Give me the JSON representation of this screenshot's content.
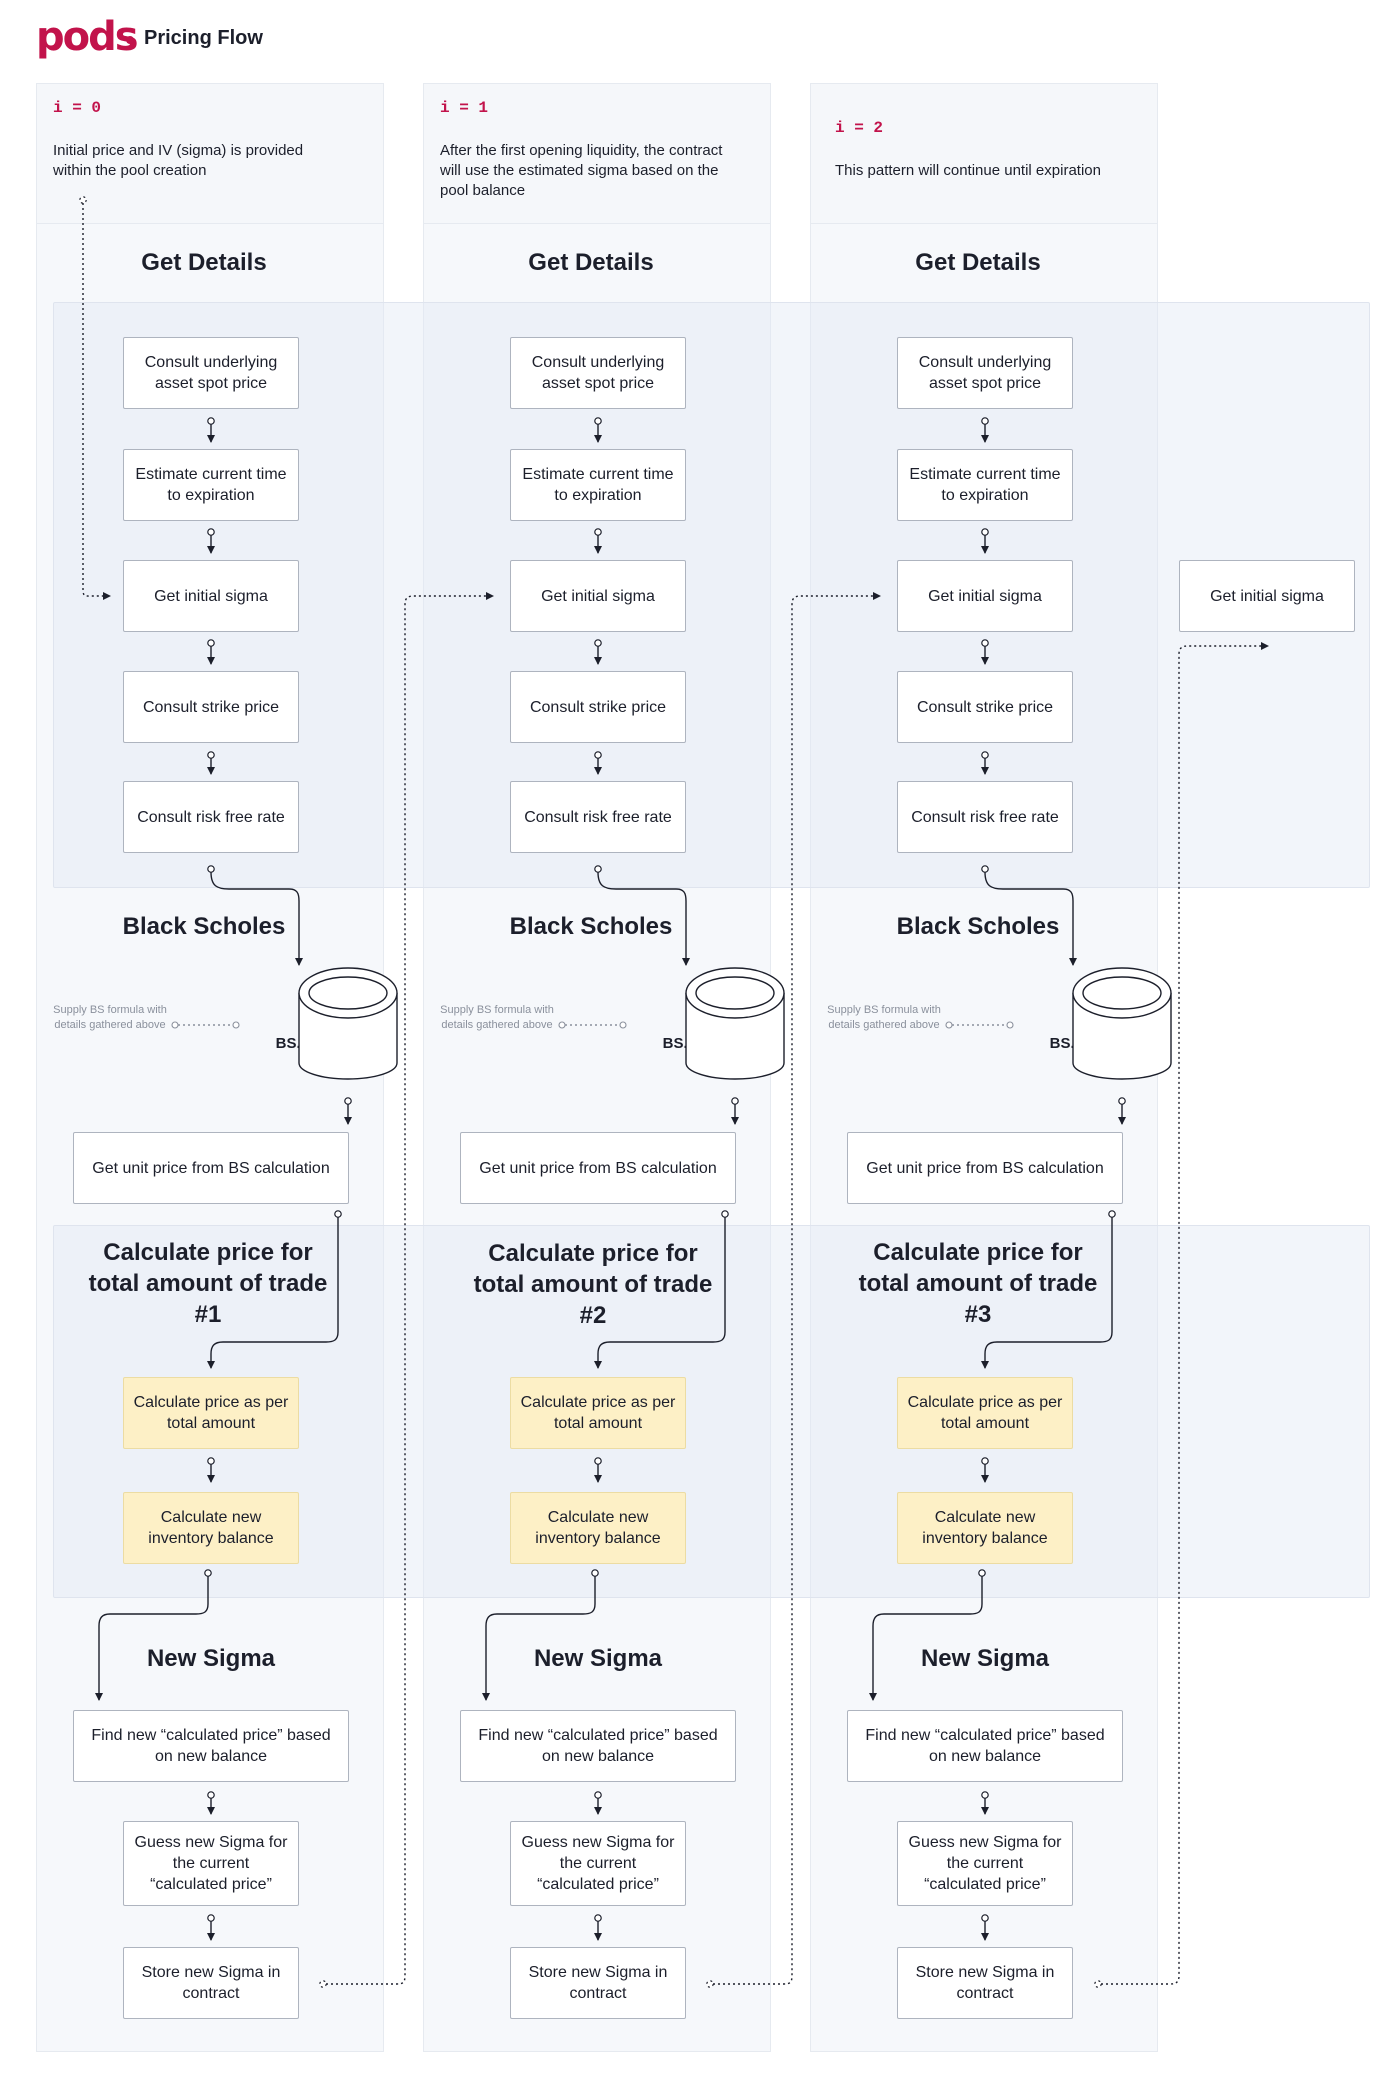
{
  "header": {
    "logo": "pods",
    "title": "Pricing Flow"
  },
  "columns": [
    {
      "iteration": "i = 0",
      "description": "Initial price and IV (sigma) is provided within the pool creation",
      "get_details": "Get Details",
      "steps": [
        "Consult underlying asset spot price",
        "Estimate current time to expiration",
        "Get initial sigma",
        "Consult strike price",
        "Consult risk free rate"
      ],
      "black_scholes": "Black Scholes",
      "bs_note": "Supply BS formula with details gathered above",
      "bs_file": "BS.sol",
      "unit_price": "Get unit price from BS calculation",
      "calc_title": "Calculate price for total amount of trade #1",
      "calc_steps": [
        "Calculate price as per total amount",
        "Calculate new inventory balance"
      ],
      "new_sigma": "New Sigma",
      "sigma_steps": [
        "Find new “calculated price” based on new balance",
        "Guess new Sigma for the current “calculated price”",
        "Store new Sigma in contract"
      ]
    },
    {
      "iteration": "i = 1",
      "description": "After the first opening liquidity, the contract will use the estimated sigma based on the pool balance",
      "get_details": "Get Details",
      "steps": [
        "Consult underlying asset spot price",
        "Estimate current time to expiration",
        "Get initial sigma",
        "Consult strike price",
        "Consult risk free rate"
      ],
      "black_scholes": "Black Scholes",
      "bs_note": "Supply BS formula with details gathered above",
      "bs_file": "BS.sol",
      "unit_price": "Get unit price from BS calculation",
      "calc_title": "Calculate price for total amount of trade #2",
      "calc_steps": [
        "Calculate price as per total amount",
        "Calculate new inventory balance"
      ],
      "new_sigma": "New Sigma",
      "sigma_steps": [
        "Find new “calculated price” based on new balance",
        "Guess new Sigma for the current “calculated price”",
        "Store new Sigma in contract"
      ]
    },
    {
      "iteration": "i = 2",
      "description": "This pattern will continue until expiration",
      "get_details": "Get Details",
      "steps": [
        "Consult underlying asset spot price",
        "Estimate current time to expiration",
        "Get initial sigma",
        "Consult strike price",
        "Consult risk free rate"
      ],
      "black_scholes": "Black Scholes",
      "bs_note": "Supply BS formula with details gathered above",
      "bs_file": "BS.sol",
      "unit_price": "Get unit price from BS calculation",
      "calc_title": "Calculate price for total amount of trade #3",
      "calc_steps": [
        "Calculate price as per total amount",
        "Calculate new inventory balance"
      ],
      "new_sigma": "New Sigma",
      "sigma_steps": [
        "Find new “calculated price” based on new balance",
        "Guess new Sigma for the current “calculated price”",
        "Store new Sigma in contract"
      ]
    }
  ],
  "next": {
    "label": "Get initial sigma"
  },
  "colors": {
    "brand": "#c2134b",
    "yellow_box": "#fdf0c6",
    "line": "#1c1f2b"
  }
}
